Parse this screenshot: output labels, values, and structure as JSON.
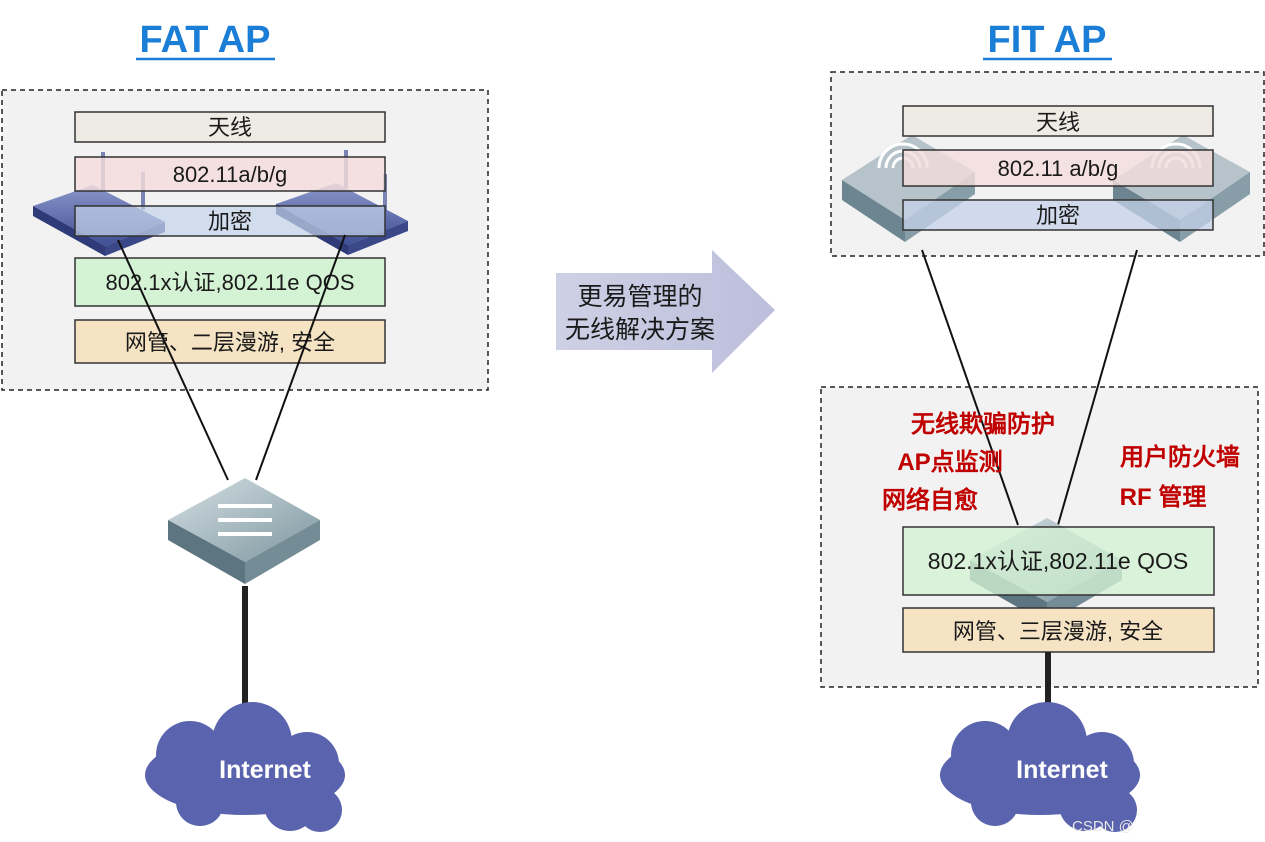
{
  "fat": {
    "title": "FAT AP",
    "layers": {
      "antenna": "天线",
      "protocol": "802.11a/b/g",
      "encryption": "加密",
      "auth": "802.1x认证,802.11e QOS",
      "management": "网管、二层漫游, 安全"
    },
    "internet_label": "Internet"
  },
  "arrow": {
    "line1": "更易管理的",
    "line2": "无线解决方案"
  },
  "fit": {
    "title": "FIT AP",
    "ap_layers": {
      "antenna": "天线",
      "protocol": "802.11 a/b/g",
      "encryption": "加密"
    },
    "controller_features": {
      "spoof": "无线欺骗防护",
      "monitor": "AP点监测",
      "heal": "网络自愈",
      "firewall": "用户防火墙",
      "rf": "RF 管理"
    },
    "controller_layers": {
      "auth": "802.1x认证,802.11e QOS",
      "management": "网管、三层漫游, 安全"
    },
    "internet_label": "Internet"
  },
  "watermark": "CSDN @"
}
